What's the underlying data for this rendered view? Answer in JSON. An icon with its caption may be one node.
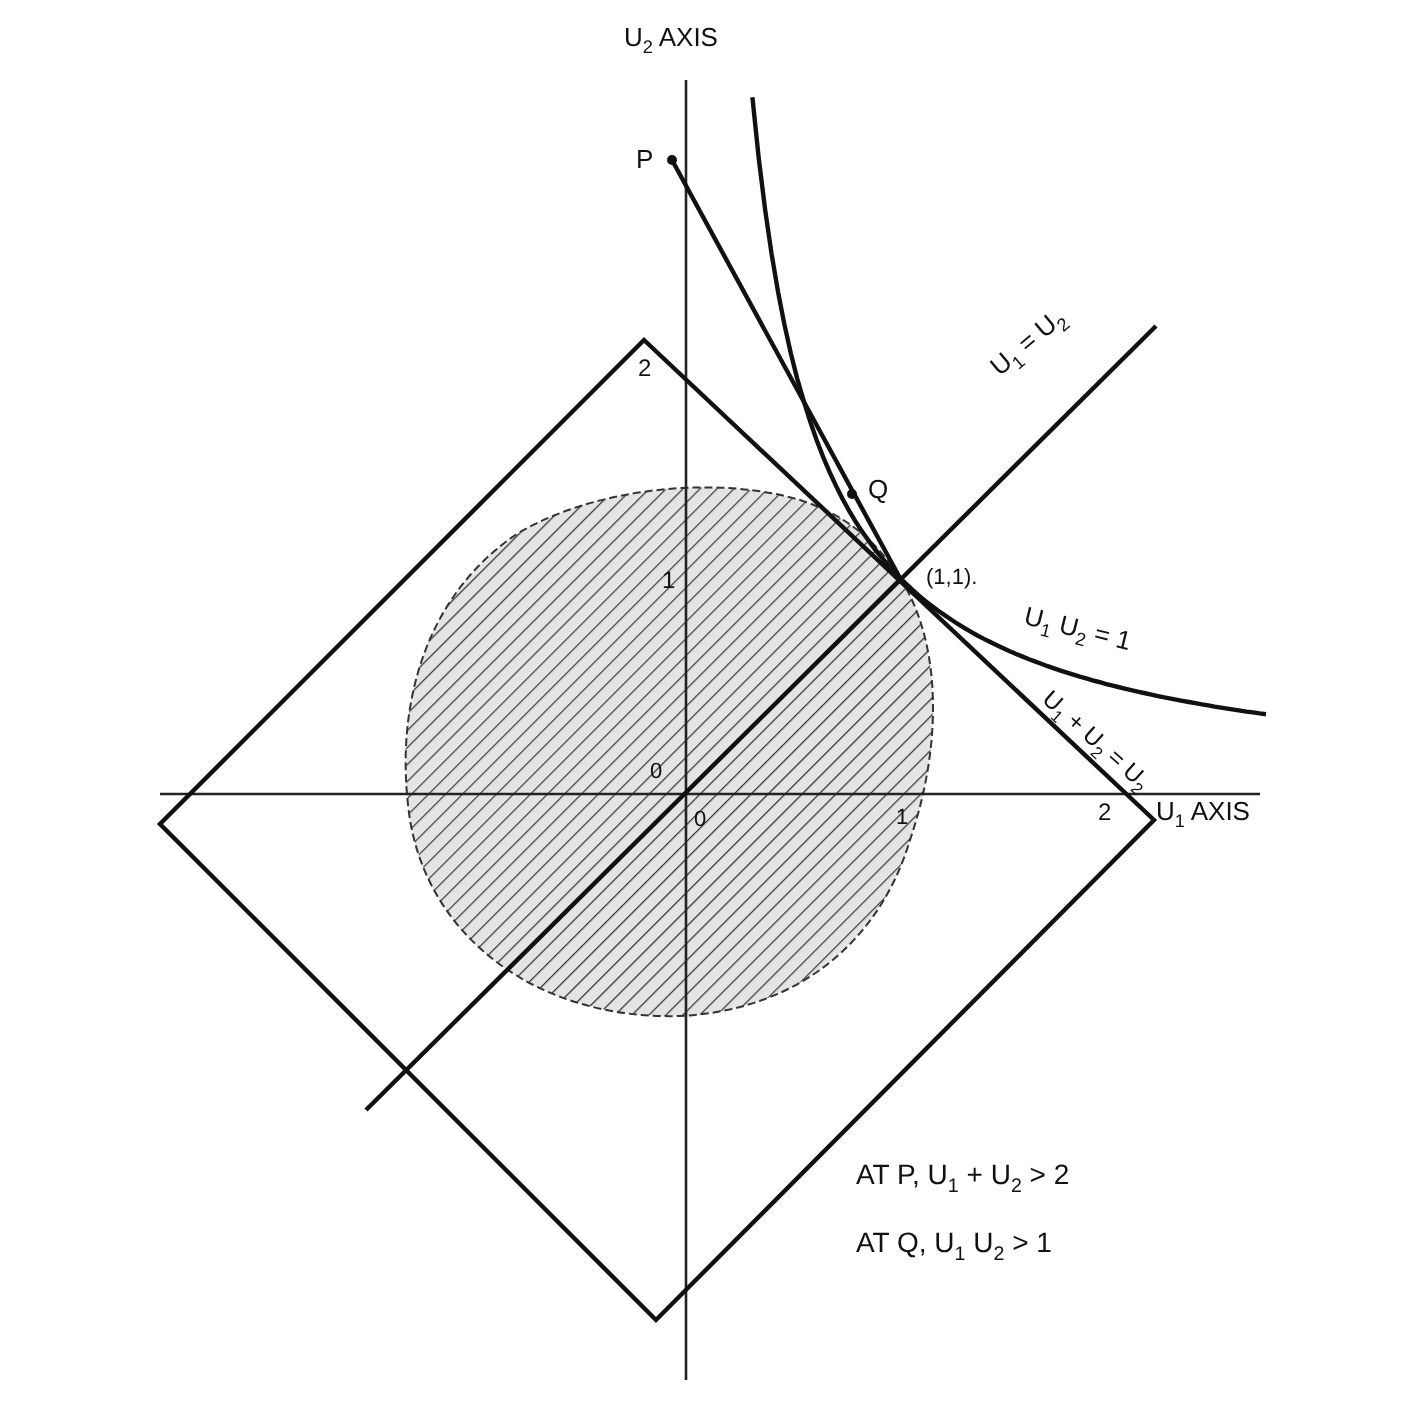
{
  "diagram": {
    "labels": [
      "U$_{2}$ AXIS",
      "P",
      "2",
      "U$_{1}$ = U$_{2}$",
      "Q",
      "1",
      "(1,1).",
      "U$_{1}$ U$_{2}$ = 1",
      "U$_{1}$ + U$_{2}$ = U$_{2}$",
      "0",
      "0",
      "1",
      "2",
      "U$_{1}$ AXIS",
      "AT P, U$_{1}$ + U$_{2}$ > 2",
      "AT Q, U$_{1}$ U$_{2}$ > 1"
    ]
  }
}
